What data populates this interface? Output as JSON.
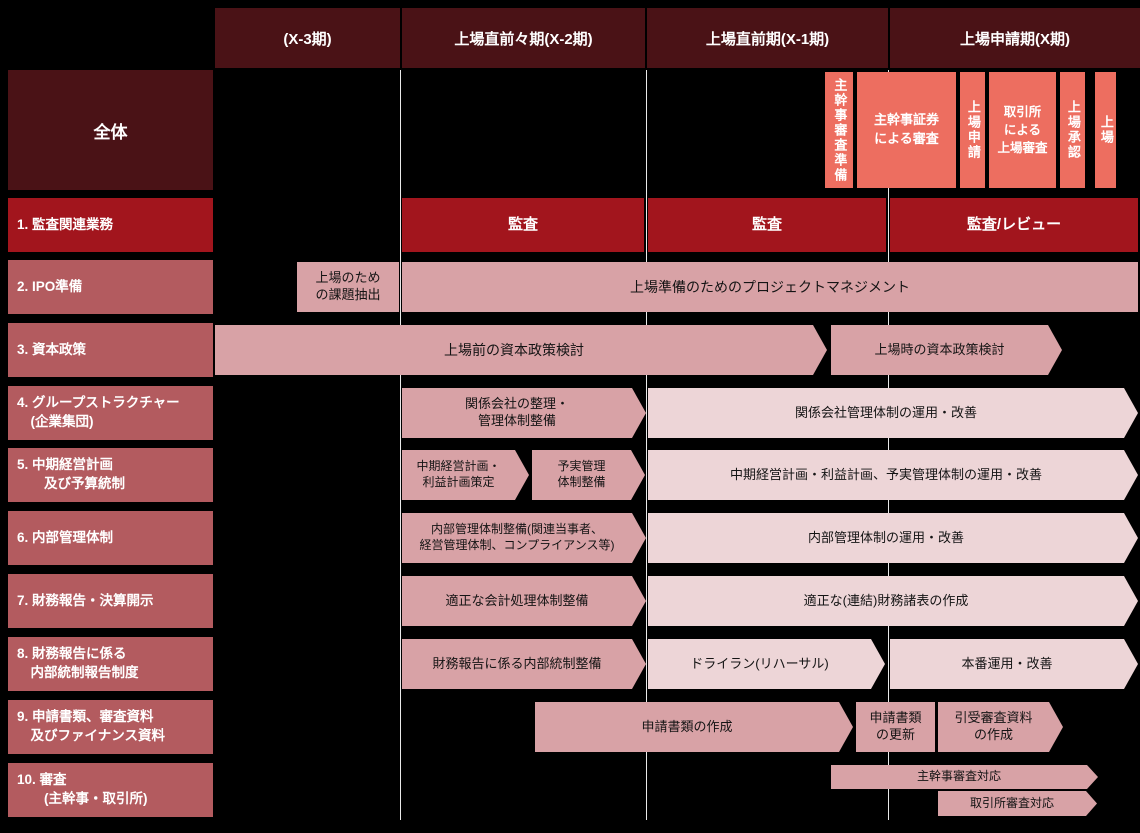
{
  "colors": {
    "background": "#000000",
    "header_maroon": "#4a1216",
    "audit_crimson": "#a2151d",
    "row_label_rose": "#b35b5f",
    "bar_pink": "#d8a2a6",
    "bar_pink_light": "#edd5d7",
    "milestone_salmon": "#ed6e60",
    "divider_white": "#e9e9e9"
  },
  "header": {
    "columns": [
      {
        "label": "(X-3期)"
      },
      {
        "label": "上場直前々期(X-2期)"
      },
      {
        "label": "上場直前期(X-1期)"
      },
      {
        "label": "上場申請期(X期)"
      }
    ]
  },
  "overall": {
    "label": "全体",
    "milestones": [
      {
        "label": "主幹事審査準備"
      },
      {
        "label": "主幹事証券\nによる審査"
      },
      {
        "label": "上場申請"
      },
      {
        "label": "取引所\nによる\n上場審査"
      },
      {
        "label": "上場承認"
      },
      {
        "label": "上場"
      }
    ]
  },
  "rows": [
    {
      "label": "1. 監査関連業務",
      "bars": [
        {
          "label": "監査"
        },
        {
          "label": "監査"
        },
        {
          "label": "監査/レビュー"
        }
      ]
    },
    {
      "label": "2. IPO準備",
      "bars": [
        {
          "label": "上場のため\nの課題抽出"
        },
        {
          "label": "上場準備のためのプロジェクトマネジメント"
        }
      ]
    },
    {
      "label": "3. 資本政策",
      "bars": [
        {
          "label": "上場前の資本政策検討"
        },
        {
          "label": "上場時の資本政策検討"
        }
      ]
    },
    {
      "label": "4. グループストラクチャー\n　(企業集団)",
      "bars": [
        {
          "label": "関係会社の整理・\n管理体制整備"
        },
        {
          "label": "関係会社管理体制の運用・改善"
        }
      ]
    },
    {
      "label": "5. 中期経営計画\n　　及び予算統制",
      "bars": [
        {
          "label": "中期経営計画・\n利益計画策定"
        },
        {
          "label": "予実管理\n体制整備"
        },
        {
          "label": "中期経営計画・利益計画、予実管理体制の運用・改善"
        }
      ]
    },
    {
      "label": "6. 内部管理体制",
      "bars": [
        {
          "label": "内部管理体制整備(関連当事者、\n経営管理体制、コンプライアンス等)"
        },
        {
          "label": "内部管理体制の運用・改善"
        }
      ]
    },
    {
      "label": "7. 財務報告・決算開示",
      "bars": [
        {
          "label": "適正な会計処理体制整備"
        },
        {
          "label": "適正な(連結)財務諸表の作成"
        }
      ]
    },
    {
      "label": "8. 財務報告に係る\n　内部統制報告制度",
      "bars": [
        {
          "label": "財務報告に係る内部統制整備"
        },
        {
          "label": "ドライラン(リハーサル)"
        },
        {
          "label": "本番運用・改善"
        }
      ]
    },
    {
      "label": "9. 申請書類、審査資料\n　及びファイナンス資料",
      "bars": [
        {
          "label": "申請書類の作成"
        },
        {
          "label": "申請書類\nの更新"
        },
        {
          "label": "引受審査資料\nの作成"
        }
      ]
    },
    {
      "label": "10. 審査\n　　(主幹事・取引所)",
      "bars": [
        {
          "label": "主幹事審査対応"
        },
        {
          "label": "取引所審査対応"
        }
      ]
    }
  ]
}
